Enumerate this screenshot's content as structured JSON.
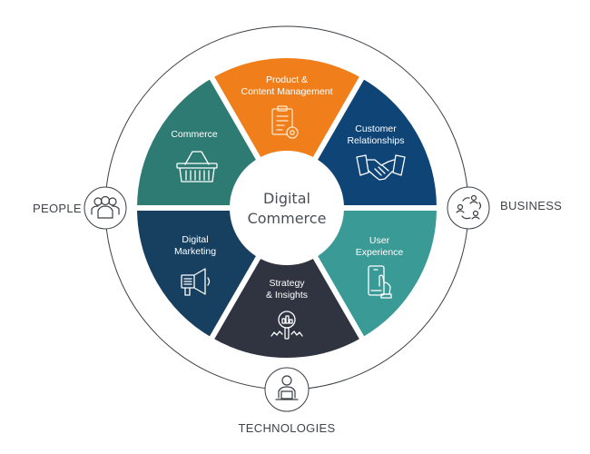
{
  "diagram": {
    "center": {
      "line1": "Digital",
      "line2": "Commerce"
    },
    "segments": [
      {
        "id": "product",
        "line1": "Product &",
        "line2": "Content Management",
        "icon": "clipboard-gear-icon",
        "color": "#f07f1b"
      },
      {
        "id": "customer",
        "line1": "Customer",
        "line2": "Relationships",
        "icon": "handshake-icon",
        "color": "#0e4476"
      },
      {
        "id": "ux",
        "line1": "User",
        "line2": "Experience",
        "icon": "phone-hand-icon",
        "color": "#3a9a96"
      },
      {
        "id": "strategy",
        "line1": "Strategy",
        "line2": "& Insights",
        "icon": "magnifier-chart-icon",
        "color": "#2f3440"
      },
      {
        "id": "marketing",
        "line1": "Digital",
        "line2": "Marketing",
        "icon": "megaphone-icon",
        "color": "#173f5f"
      },
      {
        "id": "commerce",
        "line1": "Commerce",
        "line2": "",
        "icon": "basket-icon",
        "color": "#2e7b74"
      }
    ],
    "pillars": {
      "people": {
        "label": "PEOPLE",
        "icon": "group-icon"
      },
      "business": {
        "label": "BUSINESS",
        "icon": "people-cycle-icon"
      },
      "technologies": {
        "label": "TECHNOLOGIES",
        "icon": "person-laptop-icon"
      }
    },
    "ring_color": "#3a3e45"
  }
}
